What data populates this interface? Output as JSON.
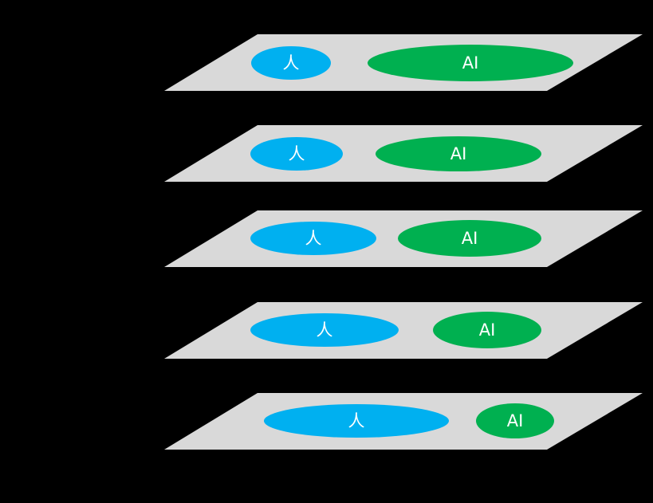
{
  "colors": {
    "background": "#000000",
    "plane": "#d9d9d9",
    "human": "#00b0f0",
    "ai": "#00b050",
    "label": "#ffffff"
  },
  "layers": [
    {
      "human_label": "人",
      "ai_label": "AI"
    },
    {
      "human_label": "人",
      "ai_label": "AI"
    },
    {
      "human_label": "人",
      "ai_label": "AI"
    },
    {
      "human_label": "人",
      "ai_label": "AI"
    },
    {
      "human_label": "人",
      "ai_label": "AI"
    }
  ]
}
